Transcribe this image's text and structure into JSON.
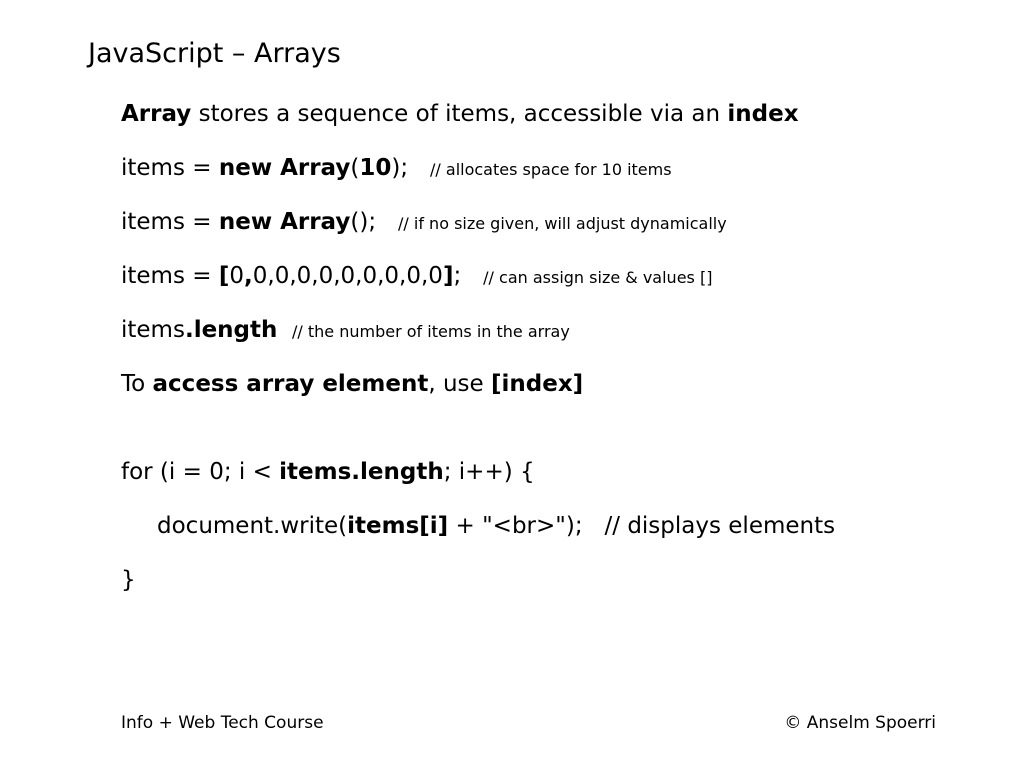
{
  "title": "JavaScript – Arrays",
  "lines": [
    {
      "intro_keyword": "Array",
      "intro_text": " stores a sequence of items, accessible via an ",
      "intro_keyword2": "index"
    },
    {
      "l1_a": "items = ",
      "l1_b": "new Array",
      "l1_c": "(",
      "l1_d": "10",
      "l1_e": ");   ",
      "l1_comment": "// allocates space for 10 items"
    },
    {
      "l2_a": "items = ",
      "l2_b": "new Array",
      "l2_c": "();   ",
      "l2_comment": "// if no size given, will adjust dynamically"
    },
    {
      "l3_a": "items = ",
      "l3_b": "[",
      "l3_c": "0",
      "l3_d": ",",
      "l3_e": "0,0,0,0,0,0,0,0,0",
      "l3_f": "]",
      "l3_g": ";   ",
      "l3_comment": "// can assign size & values []"
    },
    {
      "l4_a": "items",
      "l4_b": ".length",
      "l4_c": "  ",
      "l4_comment": "// the number of items in the array"
    },
    {
      "l5_a": "To ",
      "l5_b": "access array element",
      "l5_c": ", use ",
      "l5_d": "[index]"
    },
    {
      "l6_a": "for (i = 0; i < ",
      "l6_b": "items.length",
      "l6_c": "; i++) {"
    },
    {
      "l7_a": "document.write(",
      "l7_b": "items[i]",
      "l7_c": " + \"<br>\");   // displays elements"
    },
    {
      "l8_a": "}"
    }
  ],
  "footer": {
    "left": "Info + Web Tech Course",
    "right": "© Anselm Spoerri"
  }
}
